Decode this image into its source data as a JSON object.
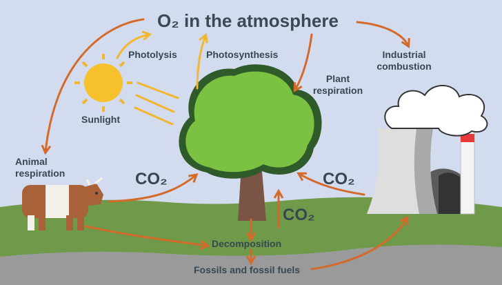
{
  "title": "O₂ in the atmosphere",
  "labels": {
    "photolysis": "Photolysis",
    "photosynthesis": "Photosynthesis",
    "sunlight": "Sunlight",
    "plant_respiration_1": "Plant",
    "plant_respiration_2": "respiration",
    "industrial_1": "Industrial",
    "industrial_2": "combustion",
    "animal_1": "Animal",
    "animal_2": "respiration",
    "co2_left": "CO₂",
    "co2_right": "CO₂",
    "co2_trunk": "CO₂",
    "decomposition": "Decomposition",
    "fossils": "Fossils and fossil fuels"
  },
  "icons": {
    "sun": "sun-icon",
    "tree": "tree-icon",
    "cow": "cow-icon",
    "factory": "power-plant-icon"
  },
  "colors": {
    "background": "#d3dcef",
    "grass": "#6f9a4a",
    "soil": "#9a9a9a",
    "arrow_orange": "#d46a2a",
    "arrow_yellow": "#f2b630",
    "tree_green": "#7cc242",
    "trunk": "#7a5546"
  }
}
